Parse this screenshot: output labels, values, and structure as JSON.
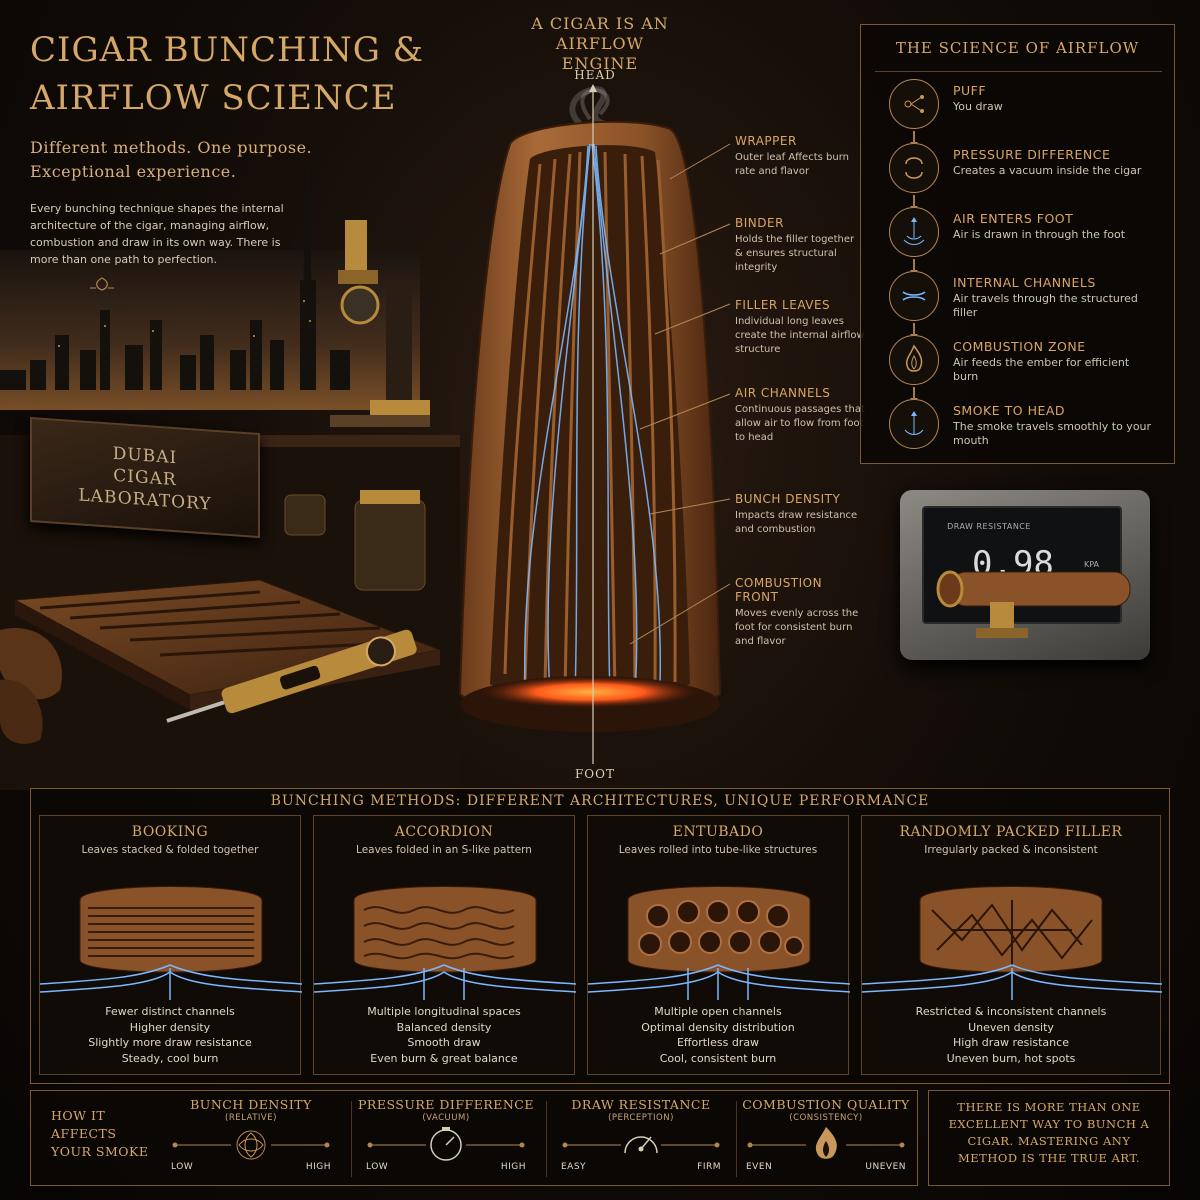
{
  "title": "Cigar Bunching & Airflow Science",
  "subtitle": "Different methods.  One purpose. Exceptional experience.",
  "intro": "Every bunching technique shapes the internal architecture of the cigar, managing airflow, combustion and draw in its own way. There is more than one path to perfection.",
  "lab_sign": [
    "Dubai",
    "Cigar",
    "Laboratory"
  ],
  "center": {
    "title": "A cigar is an airflow engine",
    "head_label": "HEAD",
    "foot_label": "FOOT"
  },
  "callouts": [
    {
      "title": "Wrapper",
      "desc": "Outer leaf Affects burn rate and flavor"
    },
    {
      "title": "Binder",
      "desc": "Holds the filler together & ensures structural integrity"
    },
    {
      "title": "Filler Leaves",
      "desc": "Individual long leaves create the internal airflow structure"
    },
    {
      "title": "Air Channels",
      "desc": "Continuous passages that allow air to flow from foot to head"
    },
    {
      "title": "Bunch Density",
      "desc": "Impacts draw resistance and combustion"
    },
    {
      "title": "Combustion Front",
      "desc": "Moves evenly across the foot for consistent burn and flavor"
    }
  ],
  "science": {
    "title": "The Science of Airflow",
    "steps": [
      {
        "title": "PUFF",
        "desc": "You draw",
        "icon": "puff-icon"
      },
      {
        "title": "PRESSURE DIFFERENCE",
        "desc": "Creates a vacuum inside the cigar",
        "icon": "pressure-icon"
      },
      {
        "title": "AIR ENTERS FOOT",
        "desc": "Air is drawn in through the foot",
        "icon": "air-enters-icon"
      },
      {
        "title": "INTERNAL CHANNELS",
        "desc": "Air travels through the structured filler",
        "icon": "channels-icon"
      },
      {
        "title": "COMBUSTION ZONE",
        "desc": "Air feeds the ember for efficient burn",
        "icon": "flame-icon"
      },
      {
        "title": "SMOKE TO HEAD",
        "desc": "The smoke travels smoothly to your mouth",
        "icon": "smoke-icon"
      }
    ]
  },
  "device": {
    "label": "DRAW RESISTANCE",
    "value": "0.98",
    "unit": "KPA"
  },
  "methods": {
    "title": "Bunching methods: Different architectures, unique performance",
    "items": [
      {
        "title": "BOOKING",
        "subtitle": "Leaves stacked & folded together",
        "points": [
          "Fewer distinct channels",
          "Higher density",
          "Slightly more draw resistance",
          "Steady, cool burn"
        ]
      },
      {
        "title": "ACCORDION",
        "subtitle": "Leaves folded in an S-like pattern",
        "points": [
          "Multiple longitudinal spaces",
          "Balanced density",
          "Smooth draw",
          "Even burn & great balance"
        ]
      },
      {
        "title": "ENTUBADO",
        "subtitle": "Leaves rolled into tube-like structures",
        "points": [
          "Multiple open channels",
          "Optimal density distribution",
          "Effortless draw",
          "Cool, consistent burn"
        ]
      },
      {
        "title": "RANDOMLY PACKED FILLER",
        "subtitle": "Irregularly packed & inconsistent",
        "points": [
          "Restricted & inconsistent channels",
          "Uneven density",
          "High draw resistance",
          "Uneven burn, hot spots"
        ]
      }
    ]
  },
  "legend": {
    "heading": "HOW IT AFFECTS YOUR SMOKE",
    "metrics": [
      {
        "title": "BUNCH DENSITY",
        "sub": "(RELATIVE)",
        "low": "LOW",
        "high": "HIGH",
        "icon": "leaf-ornament-icon"
      },
      {
        "title": "PRESSURE DIFFERENCE",
        "sub": "(VACUUM)",
        "low": "LOW",
        "high": "HIGH",
        "icon": "gauge-icon"
      },
      {
        "title": "DRAW RESISTANCE",
        "sub": "(PERCEPTION)",
        "low": "EASY",
        "high": "FIRM",
        "icon": "dial-icon"
      },
      {
        "title": "COMBUSTION QUALITY",
        "sub": "(CONSISTENCY)",
        "low": "EVEN",
        "high": "UNEVEN",
        "icon": "flame-icon"
      }
    ]
  },
  "closing": "There is more than one excellent way to bunch a cigar. Mastering any method is the true art.",
  "colors": {
    "accent": "#d6a867",
    "background": "#0d0906",
    "ember": "#ff5a1a",
    "airflow": "#7ab8ff"
  }
}
